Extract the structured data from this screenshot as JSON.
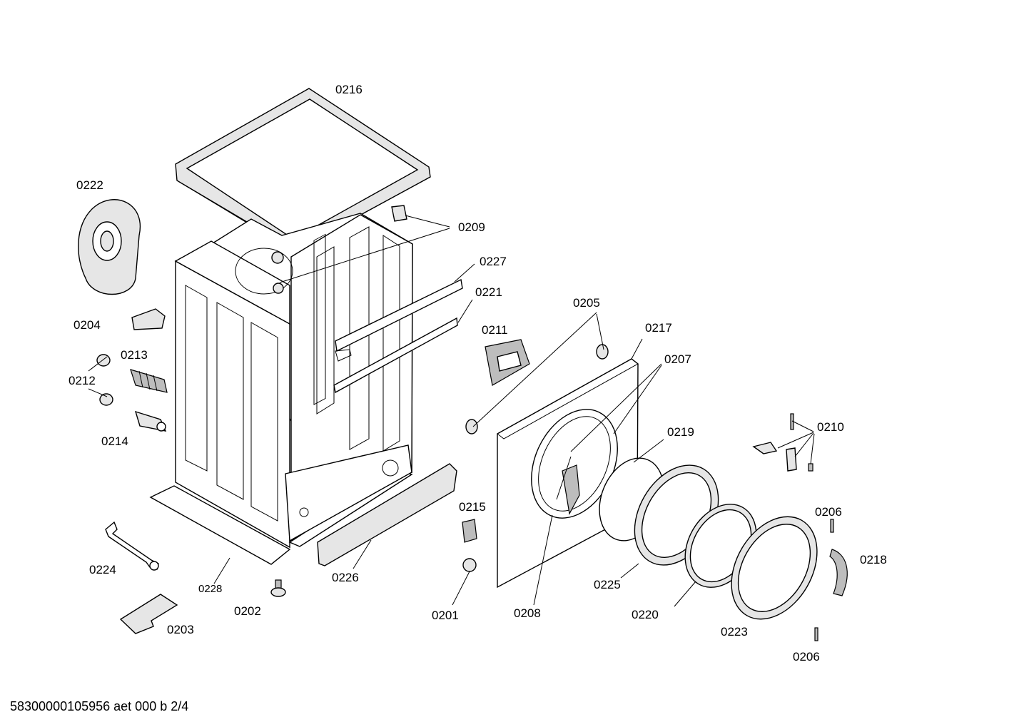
{
  "labels": {
    "l0216": "0216",
    "l0222": "0222",
    "l0209": "0209",
    "l0227": "0227",
    "l0221": "0221",
    "l0204": "0204",
    "l0213": "0213",
    "l0212": "0212",
    "l0214": "0214",
    "l0205": "0205",
    "l0217": "0217",
    "l0211": "0211",
    "l0207": "0207",
    "l0219": "0219",
    "l0210": "0210",
    "l0215": "0215",
    "l0206a": "0206",
    "l0218": "0218",
    "l0224": "0224",
    "l0228": "0228",
    "l0226": "0226",
    "l0202": "0202",
    "l0203": "0203",
    "l0201": "0201",
    "l0208": "0208",
    "l0225": "0225",
    "l0220": "0220",
    "l0223": "0223",
    "l0206b": "0206"
  },
  "footer": {
    "doc_id": "58300000105956 aet 000 b 2/4"
  }
}
